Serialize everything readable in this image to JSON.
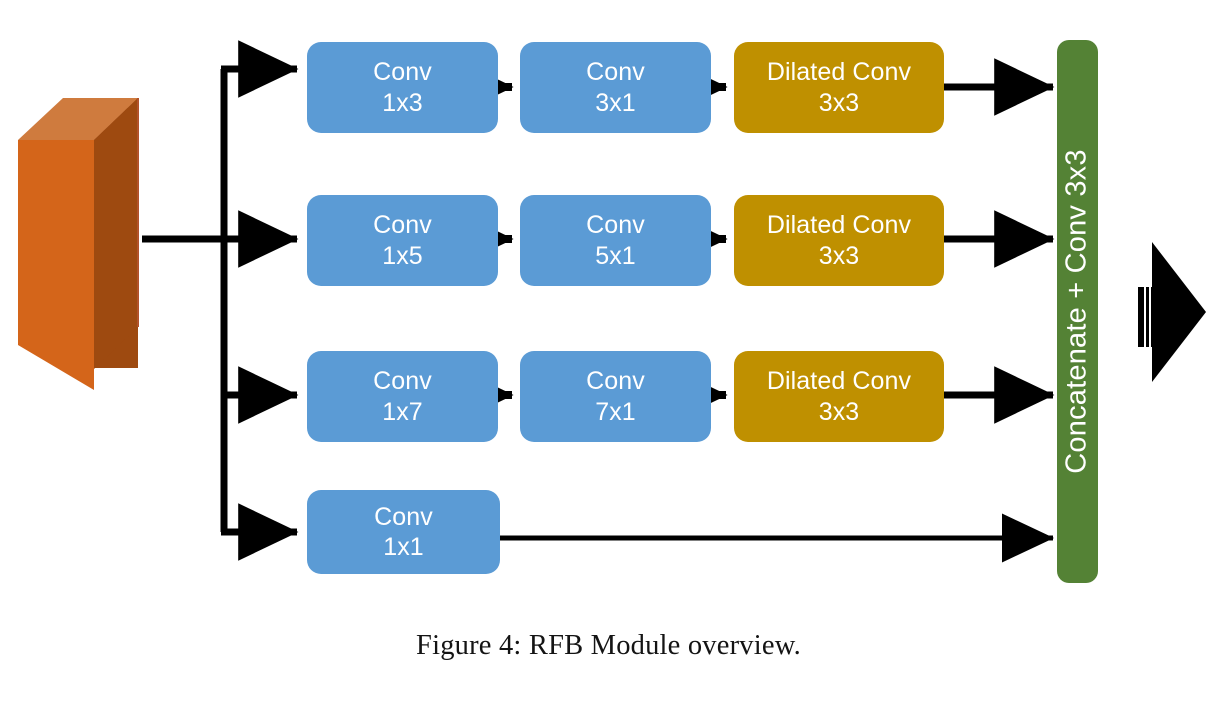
{
  "figure": {
    "caption": "Figure 4: RFB Module overview.",
    "title": "RFB Module overview"
  },
  "colors": {
    "conv_blue": "#5b9bd5",
    "dilated_gold": "#bf9000",
    "concat_green": "#548235",
    "input_front": "#9e4a10",
    "input_side": "#d4651a",
    "input_top": "#cf7b3e",
    "arrow_black": "#000000",
    "background": "#ffffff",
    "node_text": "#ffffff",
    "caption_text": "#141414"
  },
  "input_block": {
    "label": "input-feature-map"
  },
  "branches": [
    {
      "id": "branch-1",
      "nodes": [
        {
          "type": "conv",
          "line1": "Conv",
          "line2": "1x3"
        },
        {
          "type": "conv",
          "line1": "Conv",
          "line2": "3x1"
        },
        {
          "type": "dilated",
          "line1": "Dilated Conv",
          "line2": "3x3"
        }
      ]
    },
    {
      "id": "branch-2",
      "nodes": [
        {
          "type": "conv",
          "line1": "Conv",
          "line2": "1x5"
        },
        {
          "type": "conv",
          "line1": "Conv",
          "line2": "5x1"
        },
        {
          "type": "dilated",
          "line1": "Dilated Conv",
          "line2": "3x3"
        }
      ]
    },
    {
      "id": "branch-3",
      "nodes": [
        {
          "type": "conv",
          "line1": "Conv",
          "line2": "1x7"
        },
        {
          "type": "conv",
          "line1": "Conv",
          "line2": "7x1"
        },
        {
          "type": "dilated",
          "line1": "Dilated Conv",
          "line2": "3x3"
        }
      ]
    },
    {
      "id": "branch-4",
      "nodes": [
        {
          "type": "conv",
          "line1": "Conv",
          "line2": "1x1"
        }
      ]
    }
  ],
  "merge": {
    "label": "Concatenate + Conv 3x3"
  },
  "output_block": {
    "label": "output-arrow"
  }
}
